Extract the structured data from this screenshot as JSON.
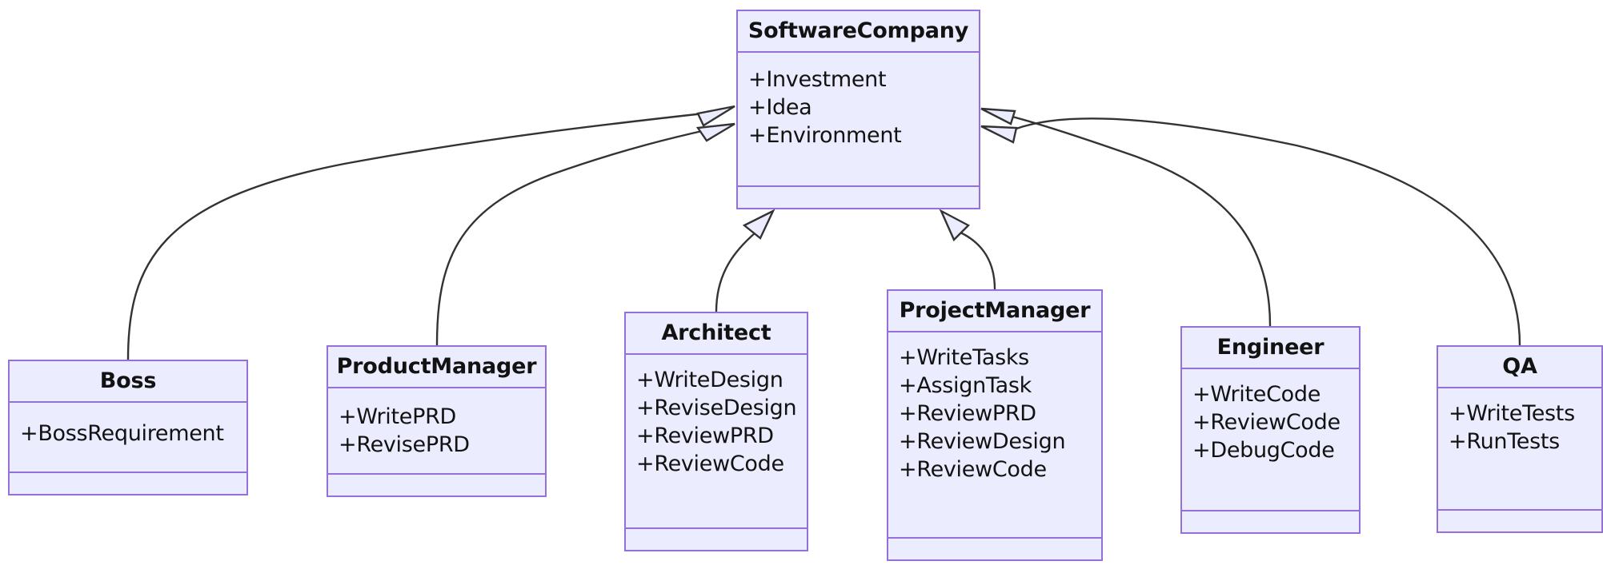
{
  "diagram": {
    "type": "uml-class-diagram",
    "relationship": "generalization",
    "colors": {
      "class_fill": "#ECECFF",
      "class_border": "#9370DB",
      "edge_stroke": "#333333",
      "text": "#121212",
      "background": "#FFFFFF"
    },
    "classes": [
      {
        "id": "softwarecompany",
        "name": "SoftwareCompany",
        "members": [
          "+Investment",
          "+Idea",
          "+Environment"
        ],
        "methods": []
      },
      {
        "id": "boss",
        "name": "Boss",
        "members": [
          "+BossRequirement"
        ],
        "methods": []
      },
      {
        "id": "productmanager",
        "name": "ProductManager",
        "members": [
          "+WritePRD",
          "+RevisePRD"
        ],
        "methods": []
      },
      {
        "id": "architect",
        "name": "Architect",
        "members": [
          "+WriteDesign",
          "+ReviseDesign",
          "+ReviewPRD",
          "+ReviewCode"
        ],
        "methods": []
      },
      {
        "id": "projectmanager",
        "name": "ProjectManager",
        "members": [
          "+WriteTasks",
          "+AssignTask",
          "+ReviewPRD",
          "+ReviewDesign",
          "+ReviewCode"
        ],
        "methods": []
      },
      {
        "id": "engineer",
        "name": "Engineer",
        "members": [
          "+WriteCode",
          "+ReviewCode",
          "+DebugCode"
        ],
        "methods": []
      },
      {
        "id": "qa",
        "name": "QA",
        "members": [
          "+WriteTests",
          "+RunTests"
        ],
        "methods": []
      }
    ],
    "edges": [
      {
        "from": "boss",
        "to": "softwarecompany",
        "kind": "generalization"
      },
      {
        "from": "productmanager",
        "to": "softwarecompany",
        "kind": "generalization"
      },
      {
        "from": "architect",
        "to": "softwarecompany",
        "kind": "generalization"
      },
      {
        "from": "projectmanager",
        "to": "softwarecompany",
        "kind": "generalization"
      },
      {
        "from": "engineer",
        "to": "softwarecompany",
        "kind": "generalization"
      },
      {
        "from": "qa",
        "to": "softwarecompany",
        "kind": "generalization"
      }
    ]
  }
}
